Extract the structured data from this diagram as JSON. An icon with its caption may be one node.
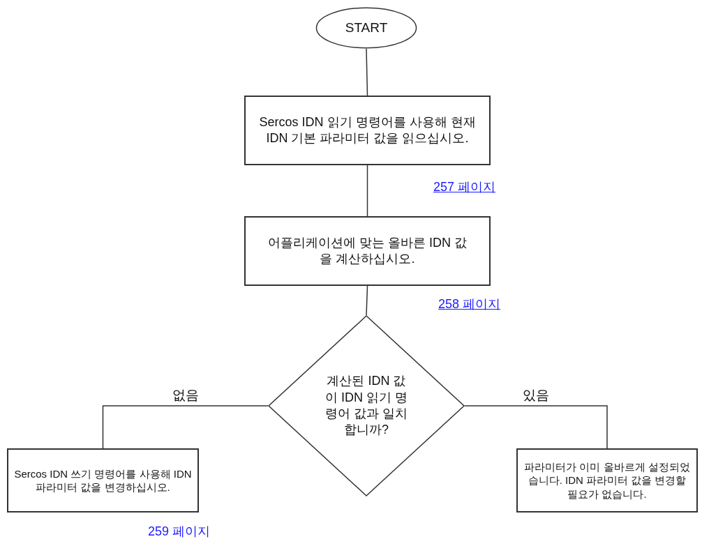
{
  "diagram": {
    "nodes": [
      {
        "text": [
          "START"
        ]
      },
      {
        "text": [
          "Sercos IDN 읽기 명령어를 사용해 현재 IDN 기본 파라미터 값을 읽으십시오."
        ],
        "beside": [
          "257 페이지"
        ]
      },
      {
        "text": [
          "어플리케이션에 맞는 올바른 IDN 값을 계산하십시오."
        ],
        "beside": [
          "258 페이지"
        ]
      },
      {
        "text": [
          "계산된 IDN 값이 IDN 읽기 명령어 값과 일치합니까?"
        ]
      },
      {
        "text": [
          "Sercos IDN 쓰기 명령어를 사용해 IDN 파라미터 값을 변경하십시오."
        ],
        "beside": [
          "259 페이지"
        ]
      },
      {
        "text": [
          "파라미터가 이미 올바르게 설정되었습니다. IDN 파라미터 값을 변경할 필요가 없습니다."
        ]
      }
    ],
    "edges": [
      {
        "from": 0,
        "to": 1,
        "arrow": "none"
      },
      {
        "from": 1,
        "to": 2,
        "arrow": "none"
      },
      {
        "from": 2,
        "to": 3,
        "arrow": "none"
      },
      {
        "from": 3,
        "to": 4,
        "arrow": "none",
        "label": "없음"
      },
      {
        "from": 3,
        "to": 5,
        "arrow": "none",
        "label": "있음"
      }
    ]
  }
}
